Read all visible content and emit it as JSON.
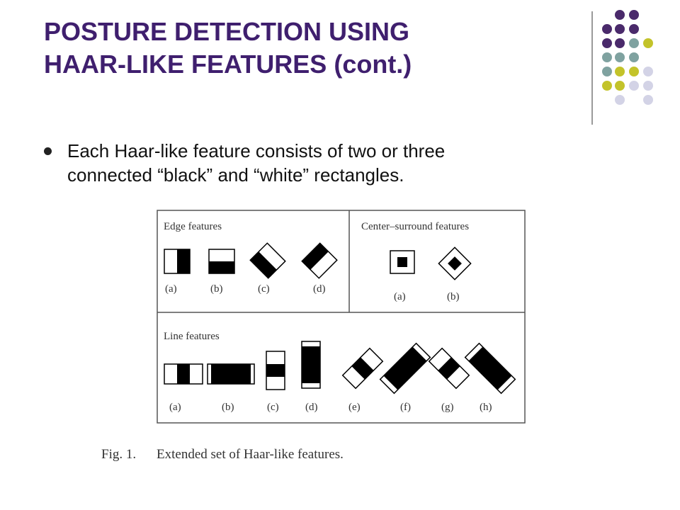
{
  "slide": {
    "title_lines": [
      "POSTURE DETECTION USING",
      "HAAR-LIKE FEATURES (cont.)"
    ],
    "bullet_lines": [
      "Each Haar-like feature consists of two or three",
      "connected “black” and “white” rectangles."
    ],
    "colors": {
      "title": "#3f1f6e",
      "dot_purple": "#4a2a6b",
      "dot_teal": "#7fa2a0",
      "dot_olive": "#c3c32a",
      "dot_lavender": "#d3d3e6"
    }
  },
  "figure": {
    "edge": {
      "heading": "Edge features",
      "labels": [
        "(a)",
        "(b)",
        "(c)",
        "(d)"
      ]
    },
    "center": {
      "heading": "Center–surround features",
      "labels": [
        "(a)",
        "(b)"
      ]
    },
    "line": {
      "heading": "Line features",
      "labels": [
        "(a)",
        "(b)",
        "(c)",
        "(d)",
        "(e)",
        "(f)",
        "(g)",
        "(h)"
      ]
    },
    "caption_number": "Fig. 1.",
    "caption_text": "Extended set of Haar-like features."
  }
}
